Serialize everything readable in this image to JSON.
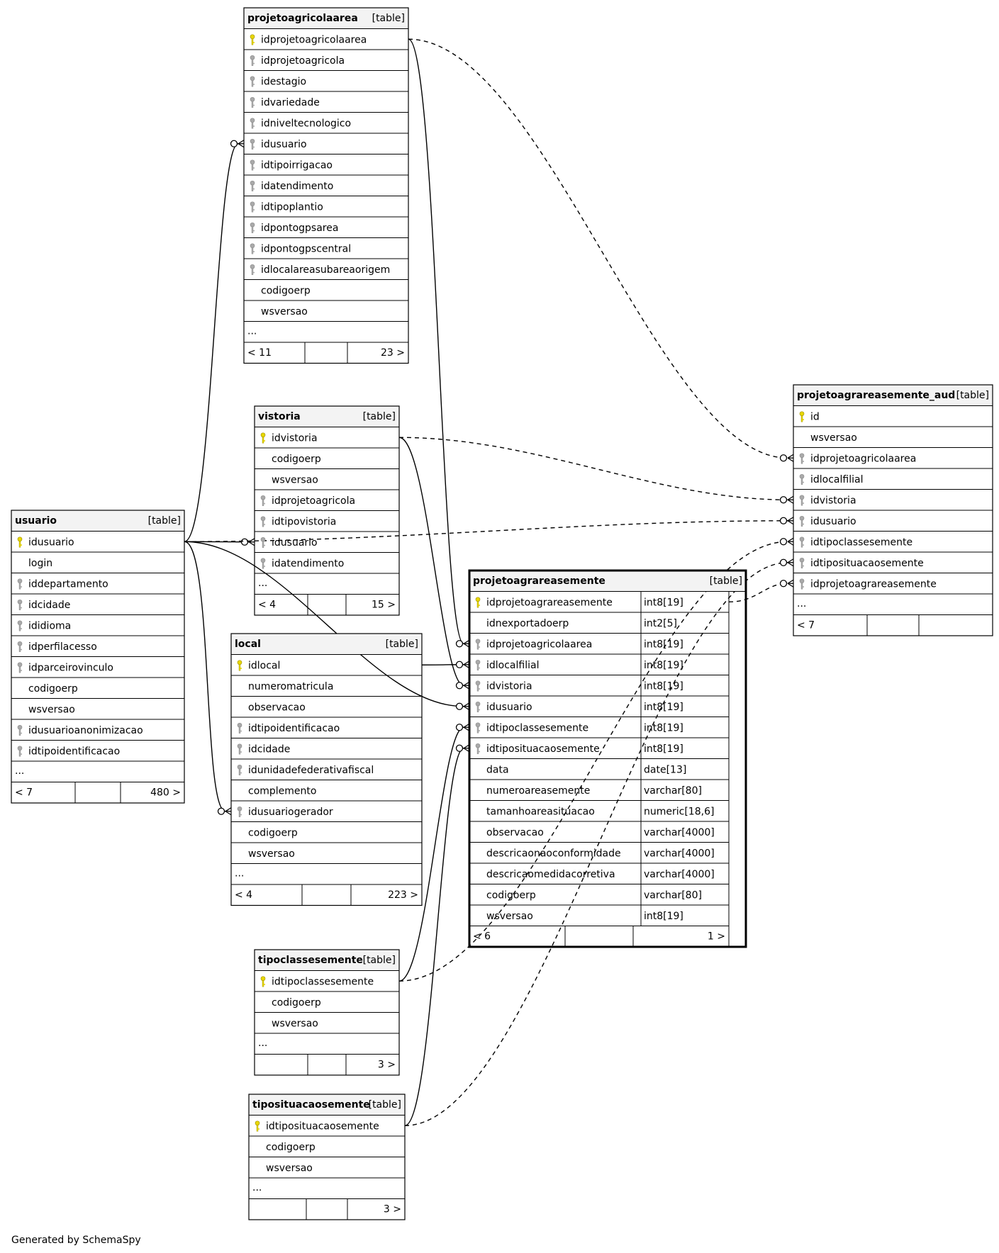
{
  "footer": "Generated by SchemaSpy",
  "colors": {
    "primary_key": "#e8d700",
    "foreign_key": "#aaaaaa",
    "header_bg": "#f3f3f3",
    "border": "#000000"
  },
  "tables": [
    {
      "id": "projetoagricolaarea",
      "name": "projetoagricolaarea",
      "tag": "[table]",
      "columns": [
        {
          "name": "idprojetoagricolaarea",
          "key": "pk"
        },
        {
          "name": "idprojetoagricola",
          "key": "fk"
        },
        {
          "name": "idestagio",
          "key": "fk"
        },
        {
          "name": "idvariedade",
          "key": "fk"
        },
        {
          "name": "idniveltecnologico",
          "key": "fk"
        },
        {
          "name": "idusuario",
          "key": "fk"
        },
        {
          "name": "idtipoirrigacao",
          "key": "fk"
        },
        {
          "name": "idatendimento",
          "key": "fk"
        },
        {
          "name": "idtipoplantio",
          "key": "fk"
        },
        {
          "name": "idpontogpsarea",
          "key": "fk"
        },
        {
          "name": "idpontogpscentral",
          "key": "fk"
        },
        {
          "name": "idlocalareasubareaorigem",
          "key": "fk"
        },
        {
          "name": "codigoerp",
          "key": ""
        },
        {
          "name": "wsversao",
          "key": ""
        }
      ],
      "ellipsis": "...",
      "footer": [
        "< 11",
        "",
        "23 >"
      ]
    },
    {
      "id": "vistoria",
      "name": "vistoria",
      "tag": "[table]",
      "columns": [
        {
          "name": "idvistoria",
          "key": "pk"
        },
        {
          "name": "codigoerp",
          "key": ""
        },
        {
          "name": "wsversao",
          "key": ""
        },
        {
          "name": "idprojetoagricola",
          "key": "fk"
        },
        {
          "name": "idtipovistoria",
          "key": "fk"
        },
        {
          "name": "idusuario",
          "key": "fk"
        },
        {
          "name": "idatendimento",
          "key": "fk"
        }
      ],
      "ellipsis": "...",
      "footer": [
        "< 4",
        "",
        "15 >"
      ]
    },
    {
      "id": "usuario",
      "name": "usuario",
      "tag": "[table]",
      "columns": [
        {
          "name": "idusuario",
          "key": "pk"
        },
        {
          "name": "login",
          "key": ""
        },
        {
          "name": "iddepartamento",
          "key": "fk"
        },
        {
          "name": "idcidade",
          "key": "fk"
        },
        {
          "name": "ididioma",
          "key": "fk"
        },
        {
          "name": "idperfilacesso",
          "key": "fk"
        },
        {
          "name": "idparceirovinculo",
          "key": "fk"
        },
        {
          "name": "codigoerp",
          "key": ""
        },
        {
          "name": "wsversao",
          "key": ""
        },
        {
          "name": "idusuarioanonimizacao",
          "key": "fk"
        },
        {
          "name": "idtipoidentificacao",
          "key": "fk"
        }
      ],
      "ellipsis": "...",
      "footer": [
        "< 7",
        "",
        "480 >"
      ]
    },
    {
      "id": "local",
      "name": "local",
      "tag": "[table]",
      "columns": [
        {
          "name": "idlocal",
          "key": "pk"
        },
        {
          "name": "numeromatricula",
          "key": ""
        },
        {
          "name": "observacao",
          "key": ""
        },
        {
          "name": "idtipoidentificacao",
          "key": "fk"
        },
        {
          "name": "idcidade",
          "key": "fk"
        },
        {
          "name": "idunidadefederativafiscal",
          "key": "fk"
        },
        {
          "name": "complemento",
          "key": ""
        },
        {
          "name": "idusuariogerador",
          "key": "fk"
        },
        {
          "name": "codigoerp",
          "key": ""
        },
        {
          "name": "wsversao",
          "key": ""
        }
      ],
      "ellipsis": "...",
      "footer": [
        "< 4",
        "",
        "223 >"
      ]
    },
    {
      "id": "projetoagrareasemente",
      "name": "projetoagrareasemente",
      "tag": "[table]",
      "columns": [
        {
          "name": "idprojetoagrareasemente",
          "key": "pk",
          "type": "int8[19]"
        },
        {
          "name": "idnexportadoerp",
          "key": "",
          "type": "int2[5]"
        },
        {
          "name": "idprojetoagricolaarea",
          "key": "fk",
          "type": "int8[19]"
        },
        {
          "name": "idlocalfilial",
          "key": "fk",
          "type": "int8[19]"
        },
        {
          "name": "idvistoria",
          "key": "fk",
          "type": "int8[19]"
        },
        {
          "name": "idusuario",
          "key": "fk",
          "type": "int8[19]"
        },
        {
          "name": "idtipoclassesemente",
          "key": "fk",
          "type": "int8[19]"
        },
        {
          "name": "idtiposituacaosemente",
          "key": "fk",
          "type": "int8[19]"
        },
        {
          "name": "data",
          "key": "",
          "type": "date[13]"
        },
        {
          "name": "numeroareasemente",
          "key": "",
          "type": "varchar[80]"
        },
        {
          "name": "tamanhoareasituacao",
          "key": "",
          "type": "numeric[18,6]"
        },
        {
          "name": "observacao",
          "key": "",
          "type": "varchar[4000]"
        },
        {
          "name": "descricaonaoconformidade",
          "key": "",
          "type": "varchar[4000]"
        },
        {
          "name": "descricaomedidacorretiva",
          "key": "",
          "type": "varchar[4000]"
        },
        {
          "name": "codigoerp",
          "key": "",
          "type": "varchar[80]"
        },
        {
          "name": "wsversao",
          "key": "",
          "type": "int8[19]"
        }
      ],
      "ellipsis": "",
      "footer": [
        "< 6",
        "",
        "1 >"
      ]
    },
    {
      "id": "projetoagrareasemente_aud",
      "name": "projetoagrareasemente_aud",
      "tag": "[table]",
      "columns": [
        {
          "name": "id",
          "key": "pk"
        },
        {
          "name": "wsversao",
          "key": ""
        },
        {
          "name": "idprojetoagricolaarea",
          "key": "fk"
        },
        {
          "name": "idlocalfilial",
          "key": "fk"
        },
        {
          "name": "idvistoria",
          "key": "fk"
        },
        {
          "name": "idusuario",
          "key": "fk"
        },
        {
          "name": "idtipoclassesemente",
          "key": "fk"
        },
        {
          "name": "idtiposituacaosemente",
          "key": "fk"
        },
        {
          "name": "idprojetoagrareasemente",
          "key": "fk"
        }
      ],
      "ellipsis": "...",
      "footer": [
        "< 7",
        "",
        ""
      ]
    },
    {
      "id": "tipoclassesemente",
      "name": "tipoclassesemente",
      "tag": "[table]",
      "columns": [
        {
          "name": "idtipoclassesemente",
          "key": "pk"
        },
        {
          "name": "codigoerp",
          "key": ""
        },
        {
          "name": "wsversao",
          "key": ""
        }
      ],
      "ellipsis": "...",
      "footer": [
        "",
        "",
        "3 >"
      ]
    },
    {
      "id": "tiposituacaosemente",
      "name": "tiposituacaosemente",
      "tag": "[table]",
      "columns": [
        {
          "name": "idtiposituacaosemente",
          "key": "pk"
        },
        {
          "name": "codigoerp",
          "key": ""
        },
        {
          "name": "wsversao",
          "key": ""
        }
      ],
      "ellipsis": "...",
      "footer": [
        "",
        "",
        "3 >"
      ]
    }
  ],
  "relationships": [
    {
      "from": "usuario.idusuario",
      "to": "projetoagricolaarea.idusuario",
      "style": "solid"
    },
    {
      "from": "usuario.idusuario",
      "to": "vistoria.idusuario",
      "style": "solid"
    },
    {
      "from": "usuario.idusuario",
      "to": "local.idusuariogerador",
      "style": "solid"
    },
    {
      "from": "usuario.idusuario",
      "to": "projetoagrareasemente.idusuario",
      "style": "solid"
    },
    {
      "from": "usuario.idusuario",
      "to": "projetoagrareasemente_aud.idusuario",
      "style": "dashed"
    },
    {
      "from": "projetoagricolaarea.idprojetoagricolaarea",
      "to": "projetoagrareasemente.idprojetoagricolaarea",
      "style": "solid"
    },
    {
      "from": "projetoagricolaarea.idprojetoagricolaarea",
      "to": "projetoagrareasemente_aud.idprojetoagricolaarea",
      "style": "dashed"
    },
    {
      "from": "vistoria.idvistoria",
      "to": "projetoagrareasemente.idvistoria",
      "style": "solid"
    },
    {
      "from": "vistoria.idvistoria",
      "to": "projetoagrareasemente_aud.idvistoria",
      "style": "dashed"
    },
    {
      "from": "local.idlocal",
      "to": "projetoagrareasemente.idlocalfilial",
      "style": "solid"
    },
    {
      "from": "tipoclassesemente.idtipoclassesemente",
      "to": "projetoagrareasemente.idtipoclassesemente",
      "style": "solid"
    },
    {
      "from": "tipoclassesemente.idtipoclassesemente",
      "to": "projetoagrareasemente_aud.idtipoclassesemente",
      "style": "dashed"
    },
    {
      "from": "tiposituacaosemente.idtiposituacaosemente",
      "to": "projetoagrareasemente.idtiposituacaosemente",
      "style": "solid"
    },
    {
      "from": "tiposituacaosemente.idtiposituacaosemente",
      "to": "projetoagrareasemente_aud.idtiposituacaosemente",
      "style": "dashed"
    },
    {
      "from": "projetoagrareasemente.idprojetoagrareasemente",
      "to": "projetoagrareasemente_aud.idprojetoagrareasemente",
      "style": "dashed"
    }
  ]
}
